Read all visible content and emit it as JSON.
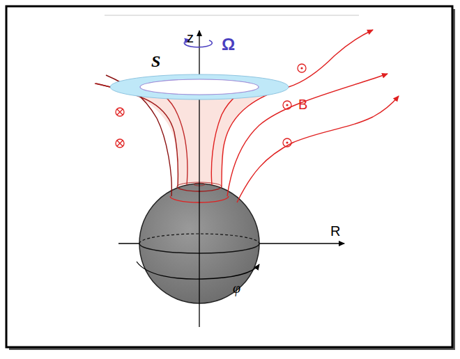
{
  "diagram": {
    "labels": [
      "z",
      "Ω",
      "S",
      "B",
      "R",
      "φ"
    ]
  }
}
